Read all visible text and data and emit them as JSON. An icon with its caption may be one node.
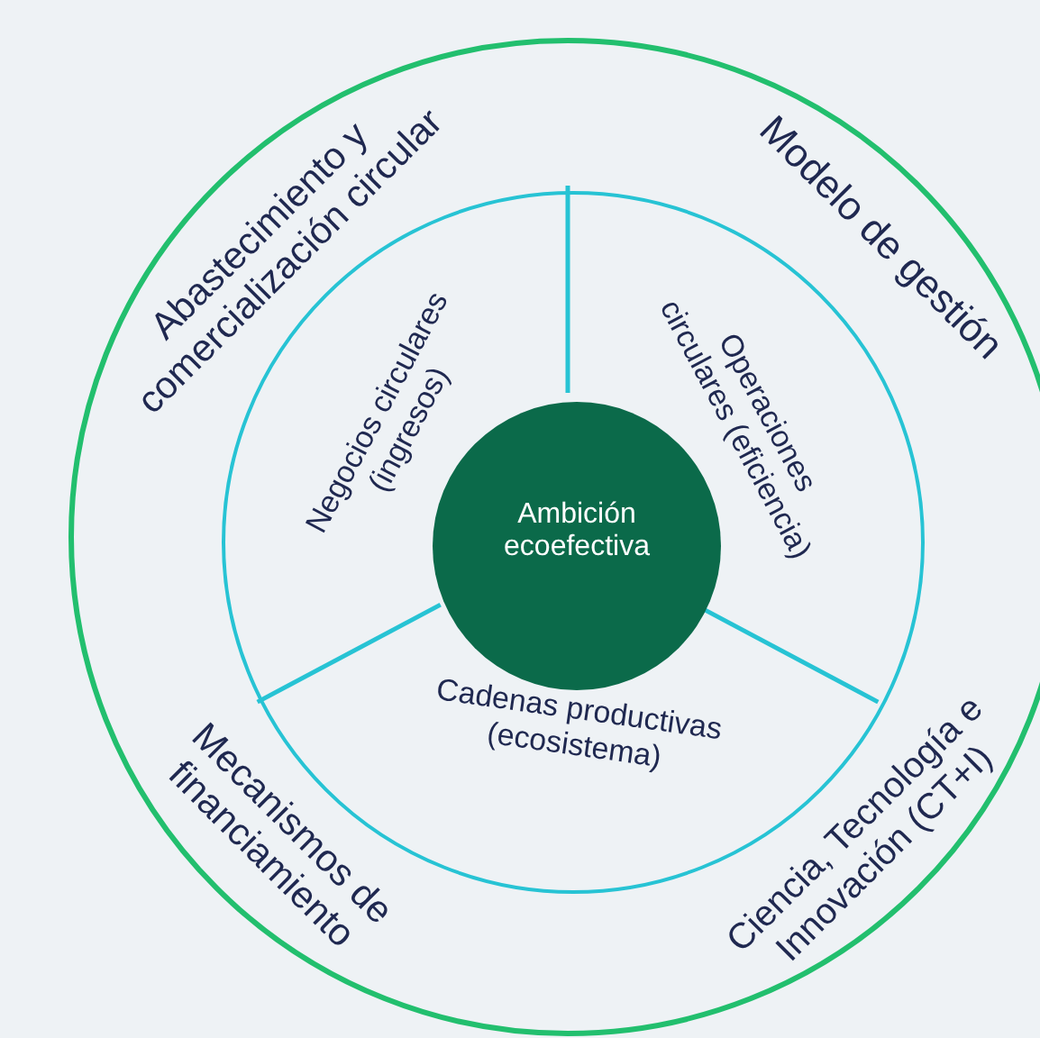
{
  "diagram": {
    "nodes": [
      {
        "text": [],
        "shape": "circle"
      },
      {
        "text": [
          "Abastecimiento y comercialización circular"
        ],
        "in": 0
      },
      {
        "text": [
          "Modelo de gestión"
        ],
        "in": 0
      },
      {
        "text": [
          "Mecanismos de financiamiento"
        ],
        "in": 0
      },
      {
        "text": [
          "Ciencia, Tecnología e Innovación (CT+I)"
        ],
        "in": 0
      },
      {
        "text": [
          "Negocios circulares (ingresos)",
          "Operaciones circulares (eficiencia)",
          "Cadenas productivas (ecosistema)"
        ],
        "in": 0
      },
      {
        "text": [
          "Ambición ecoefectiva"
        ],
        "in": 5
      }
    ],
    "edges": []
  }
}
